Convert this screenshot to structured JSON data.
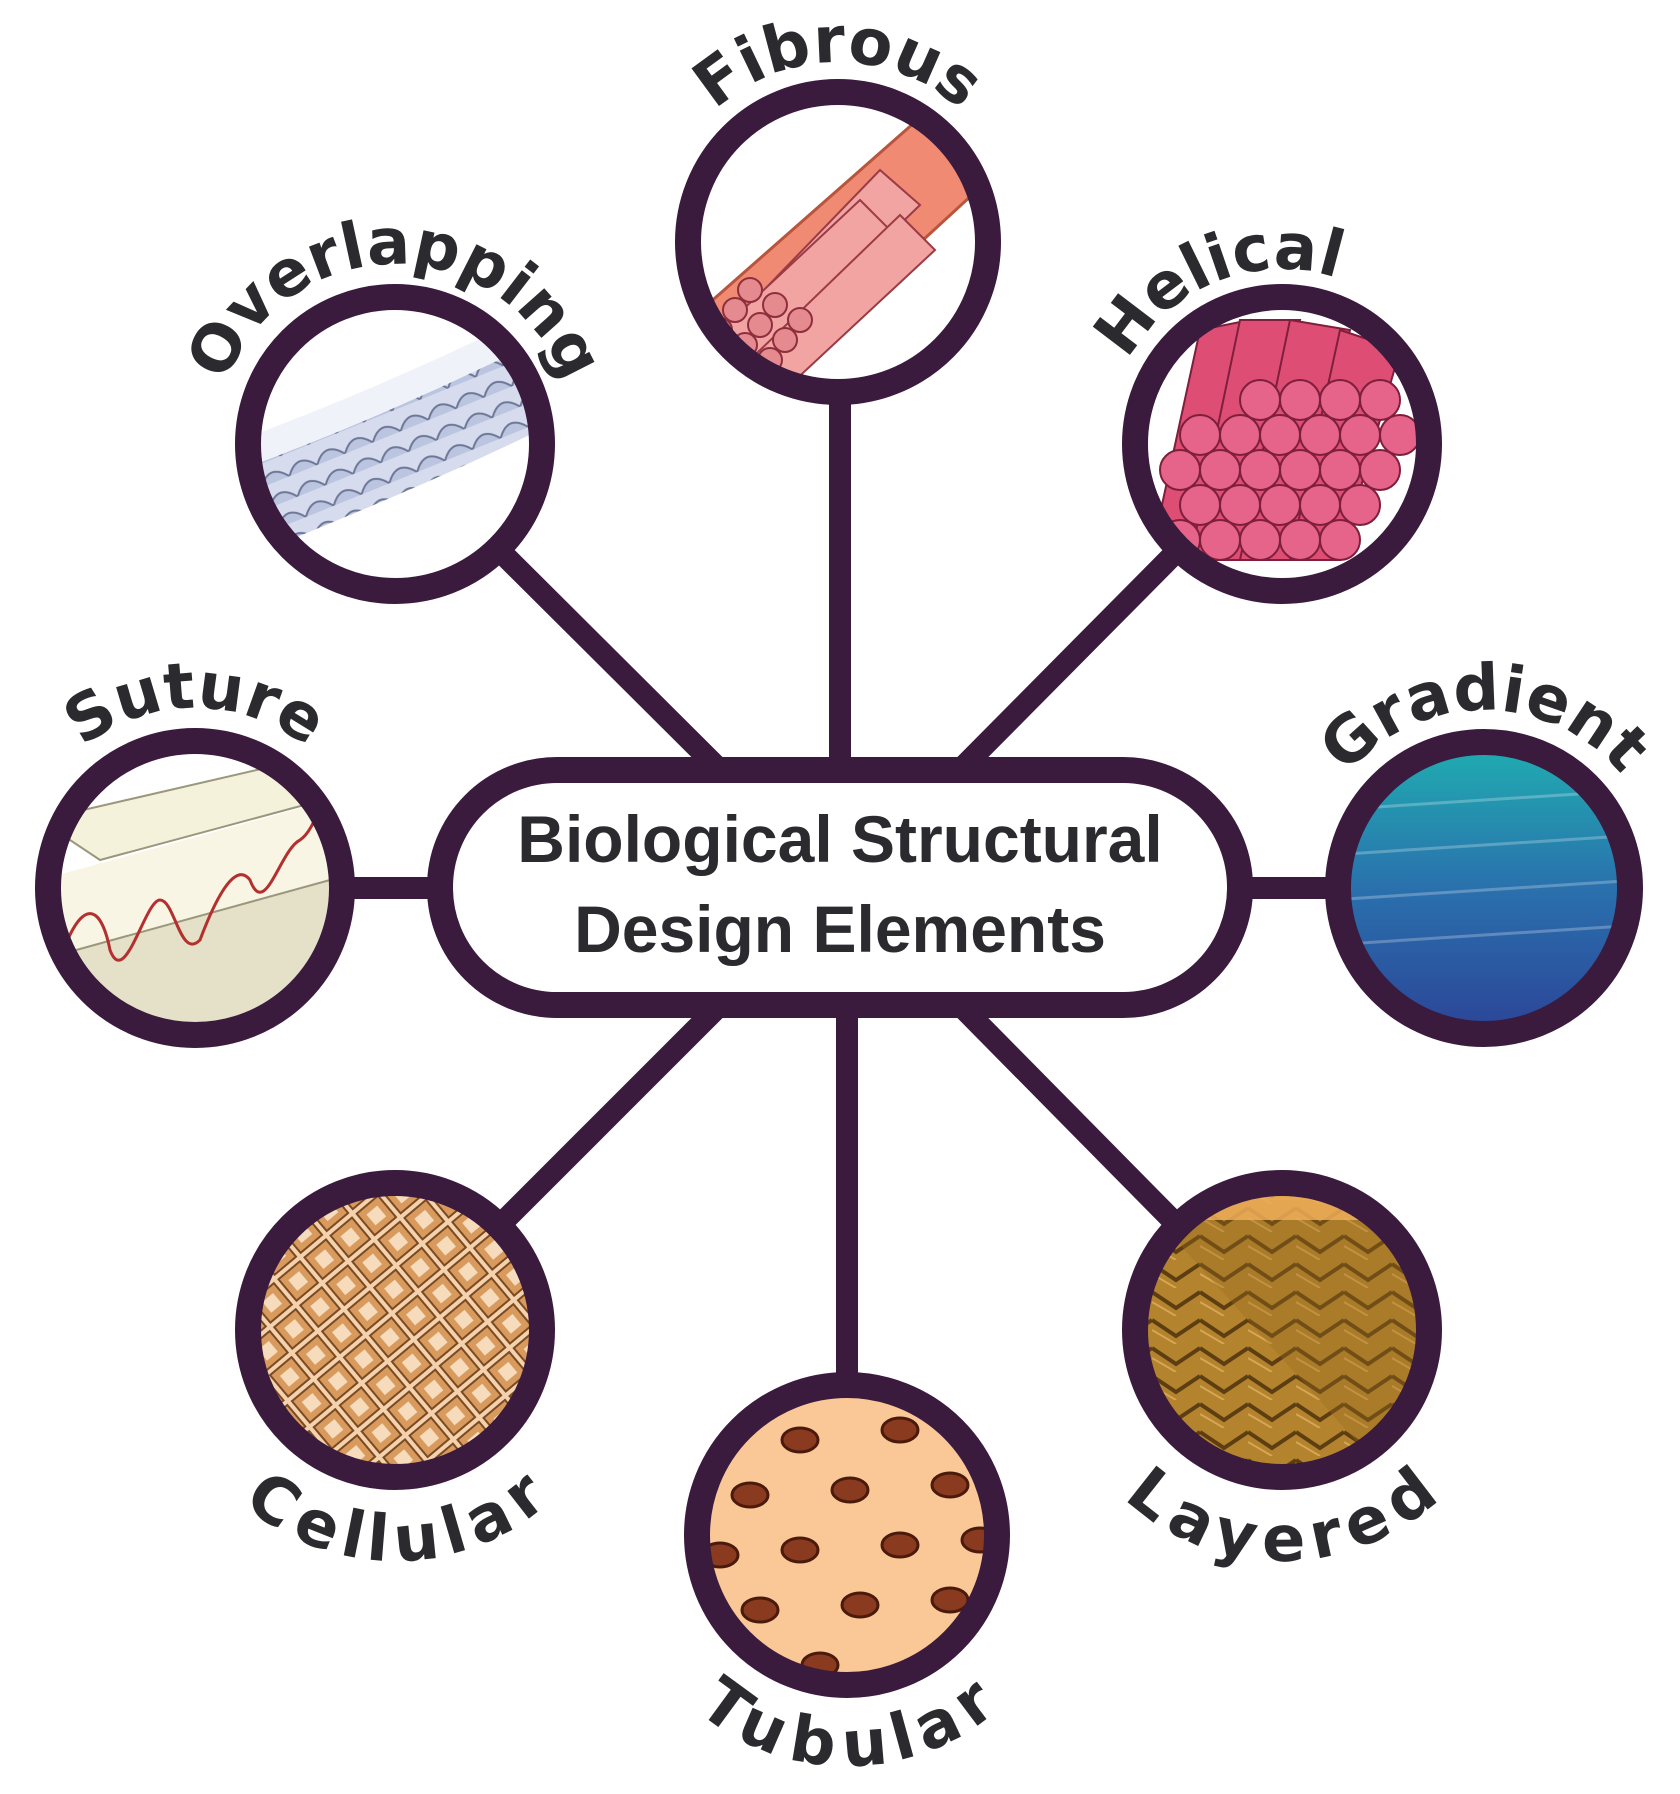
{
  "title": {
    "line1": "Biological Structural",
    "line2": "Design Elements"
  },
  "colors": {
    "frame": "#3a1a3d",
    "text": "#2b2a2e",
    "fibrous": "#f08a72",
    "helical": "#de4d74",
    "gradient_top": "#1eb4b1",
    "gradient_bottom": "#2c3f95",
    "layered": "#b3832d",
    "tubular": "#f9c896",
    "cellular": "#e4a973",
    "suture": "#f5f2dc",
    "overlapping": "#c9d0e6"
  },
  "elements": {
    "fibrous": {
      "label": "Fibrous",
      "icon": "fibrous-icon"
    },
    "helical": {
      "label": "Helical",
      "icon": "helical-icon"
    },
    "gradient": {
      "label": "Gradient",
      "icon": "gradient-icon"
    },
    "layered": {
      "label": "Layered",
      "icon": "layered-icon"
    },
    "tubular": {
      "label": "Tubular",
      "icon": "tubular-icon"
    },
    "cellular": {
      "label": "Cellular",
      "icon": "cellular-icon"
    },
    "suture": {
      "label": "Suture",
      "icon": "suture-icon"
    },
    "overlapping": {
      "label": "Overlapping",
      "icon": "overlapping-icon"
    }
  }
}
